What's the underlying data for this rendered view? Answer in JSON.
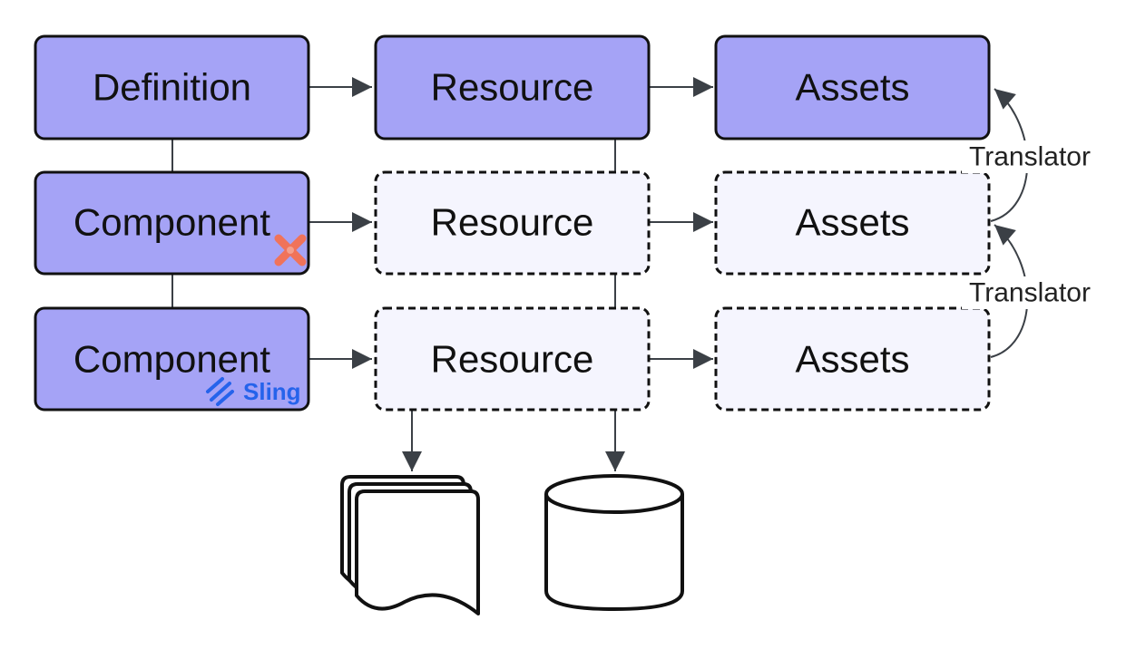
{
  "colors": {
    "solid_fill": "#a5a3f6",
    "dashed_fill": "#f5f5fe",
    "stroke": "#111111",
    "arrow": "#3b4046",
    "x_icon": "#f0735a",
    "sling_icon": "#2563eb"
  },
  "nodes": {
    "definition": "Definition",
    "component_1": "Component",
    "component_2": "Component",
    "resource_1": "Resource",
    "resource_2": "Resource",
    "resource_3": "Resource",
    "assets_1": "Assets",
    "assets_2": "Assets",
    "assets_3": "Assets"
  },
  "edges": {
    "translator_1": "Translator",
    "translator_2": "Translator"
  },
  "icons": {
    "component_1_badge": "x-logo-icon",
    "component_2_badge": "sling-logo-icon",
    "sling_label": "Sling",
    "documents": "documents-icon",
    "database": "database-icon"
  }
}
